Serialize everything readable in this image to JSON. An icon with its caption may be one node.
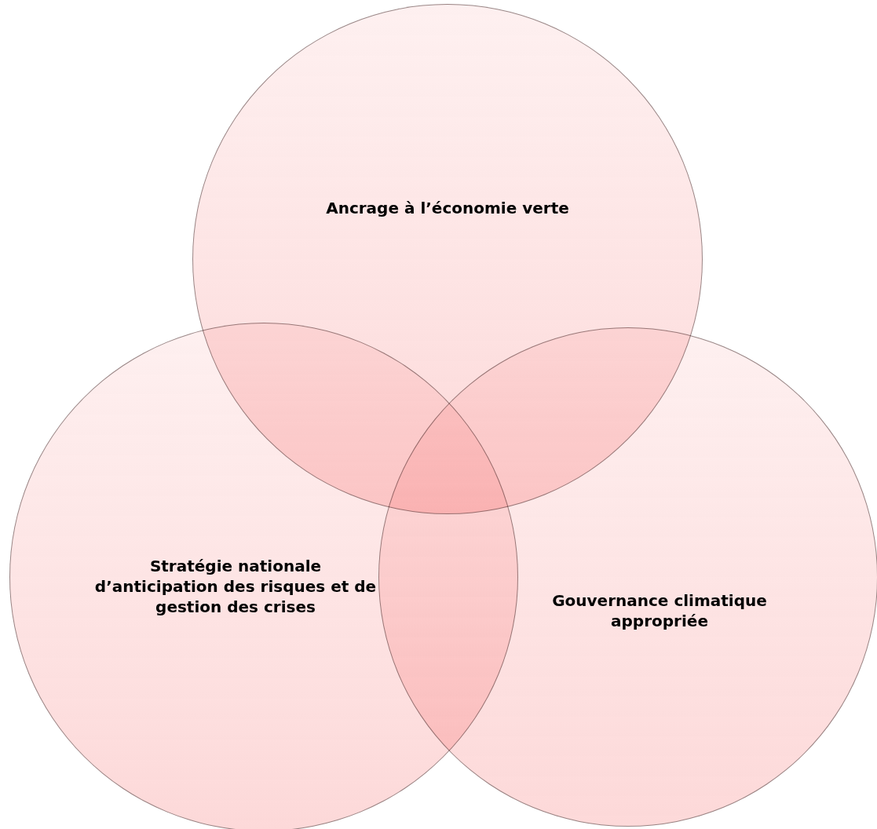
{
  "diagram": {
    "nodes": [
      {
        "text": [
          "Ancrage à l’économie verte"
        ]
      },
      {
        "text": [
          "Stratégie nationale d’anticipation des risques et de gestion des crises"
        ]
      },
      {
        "text": [
          "Gouvernance climatique appropriée"
        ]
      }
    ]
  }
}
